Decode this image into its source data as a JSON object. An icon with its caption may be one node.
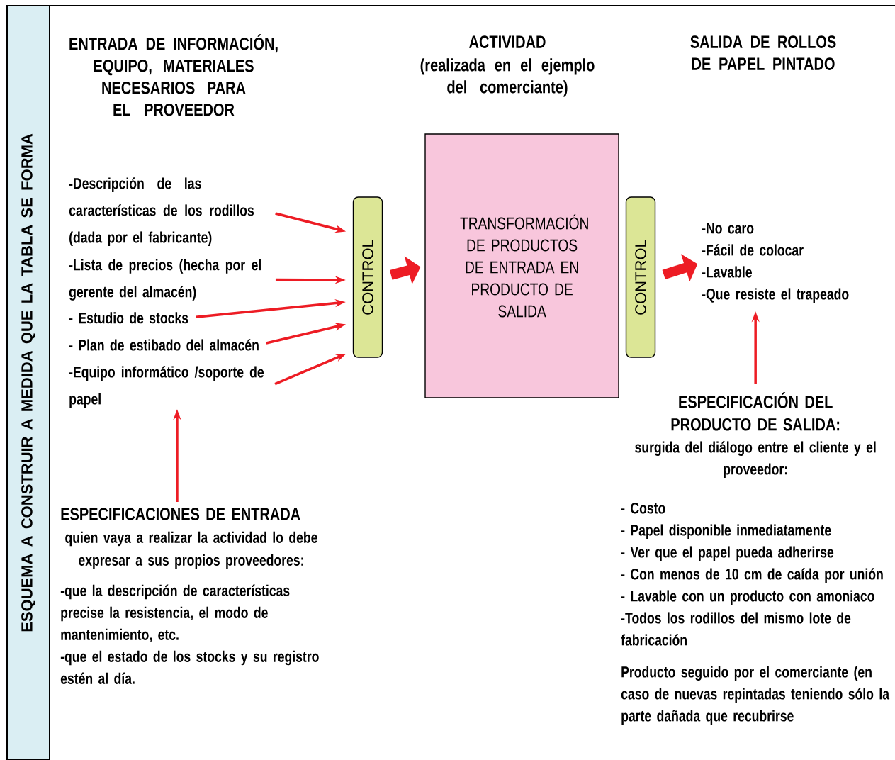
{
  "diagram": {
    "nodes": [
      {
        "text": [
          "ESQUEMA A CONSTRUIR A MEDIDA QUE LA TABLA SE FORMA"
        ]
      },
      {
        "text": [
          "-Descripción de las características de  los rodillos (dada por el fabricante)"
        ]
      },
      {
        "text": [
          "-Lista de precios (hecha por el gerente  del almacén)"
        ]
      },
      {
        "text": [
          "- Estudio de stocks"
        ]
      },
      {
        "text": [
          "- Plan de estibado del almacén"
        ]
      },
      {
        "text": [
          "-Equipo informático /soporte de papel"
        ]
      },
      {
        "text": [
          "CONTROL"
        ]
      },
      {
        "text": [
          "TRANSFORMACIÓN DE PRODUCTOS DE ENTRADA EN PRODUCTO DE SALIDA"
        ]
      },
      {
        "text": [
          "CONTROL"
        ]
      },
      {
        "text": [
          "-No caro",
          "-Fácil de colocar",
          "-Lavable",
          "-Que resiste el trapeado"
        ]
      },
      {
        "text": [
          "ESPECIFICACIONES DE ENTRADA",
          "quien vaya a realizar la actividad lo debe expresar a sus propios proveedores:",
          "-que la descripción de características precise la resistencia, el modo de mantenimiento, etc.",
          "-que el estado de los stocks y su registro estén al día."
        ]
      },
      {
        "text": [
          "ESPECIFICACIÓN DEL PRODUCTO DE SALIDA:",
          "surgida del diálogo entre el cliente y el proveedor:",
          "- Costo",
          "- Papel disponible inmediatamente",
          "- Ver que el papel pueda adherirse",
          "- Con menos de 10 cm de caída por unión",
          "- Lavable con un producto con amoniaco",
          "-Todos los rodillos del mismo lote de fabricación",
          "Producto seguido por el comerciante (en caso de nuevas repintadas teniendo sólo la parte dañada que recubrirse"
        ]
      }
    ],
    "edges": [
      {
        "from": 1,
        "to": 6,
        "arrow": "to"
      },
      {
        "from": 2,
        "to": 6,
        "arrow": "to"
      },
      {
        "from": 3,
        "to": 6,
        "arrow": "to"
      },
      {
        "from": 4,
        "to": 6,
        "arrow": "to"
      },
      {
        "from": 5,
        "to": 6,
        "arrow": "to"
      },
      {
        "from": 6,
        "to": 7,
        "arrow": "to",
        "style": "thick"
      },
      {
        "from": 8,
        "to": 9,
        "arrow": "to",
        "style": "thick"
      },
      {
        "from": 10,
        "to": 5,
        "arrow": "to"
      },
      {
        "from": 11,
        "to": 9,
        "arrow": "to"
      }
    ],
    "labels": [
      "ENTRADA DE INFORMACIÓN, EQUIPO, MATERIALES NECESARIOS PARA EL PROVEEDOR",
      "ACTIVIDAD",
      "(realizada en el ejemplo del comerciante)",
      "SALIDA DE ROLLOS DE PAPEL PINTADO"
    ]
  }
}
